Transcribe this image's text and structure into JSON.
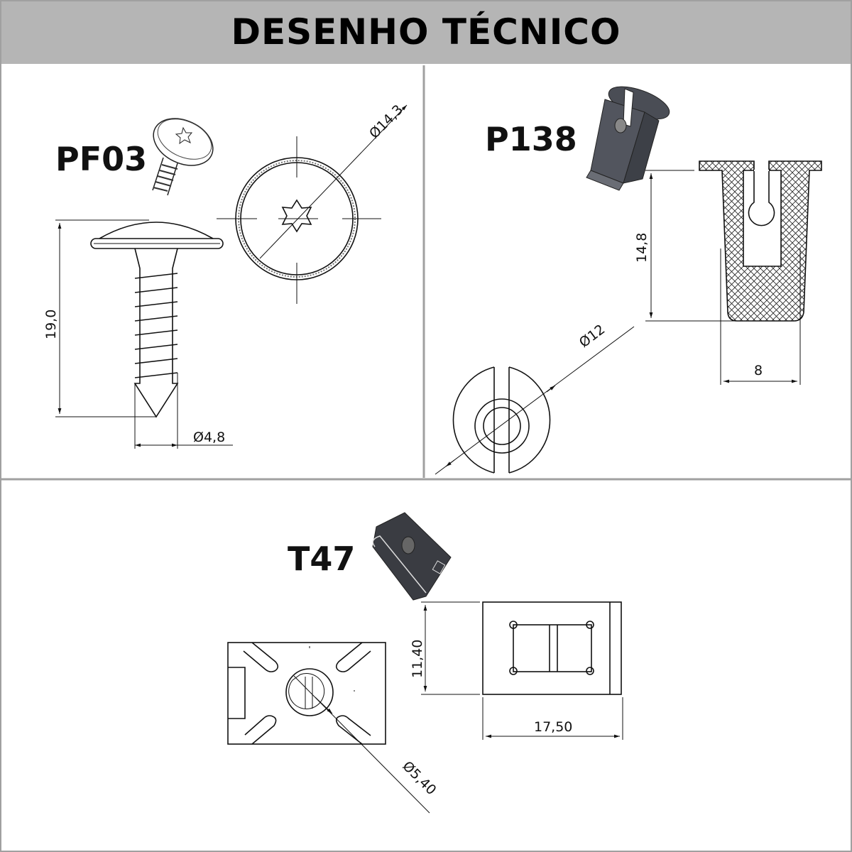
{
  "header": {
    "title": "DESENHO TÉCNICO"
  },
  "parts": [
    {
      "code": "PF03",
      "dimensions": {
        "head_diameter": "Ø14,3",
        "length": "19,0",
        "shank_diameter": "Ø4,8"
      }
    },
    {
      "code": "P138",
      "dimensions": {
        "height": "14,8",
        "width": "8",
        "diameter": "Ø12"
      }
    },
    {
      "code": "T47",
      "dimensions": {
        "height": "11,40",
        "width": "17,50",
        "hole_diameter": "Ø5,40"
      }
    }
  ],
  "colors": {
    "header_bg": "#b5b5b5",
    "divider": "#a0a0a0",
    "part_3d": "#4a4d55"
  }
}
